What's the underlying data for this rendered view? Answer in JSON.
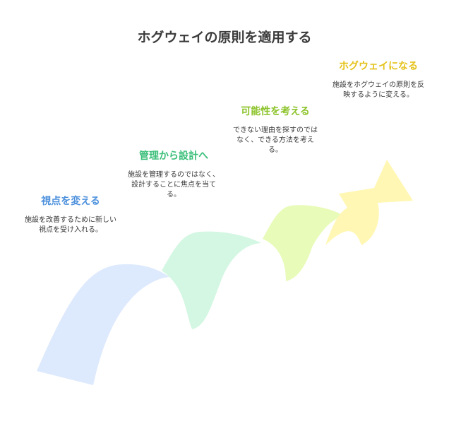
{
  "title": "ホグウェイの原則を適用する",
  "colors": {
    "step1": "#4a8fdc",
    "step2": "#3bbf7a",
    "step3": "#8cc32a",
    "step4": "#e4c21a",
    "band1": "#dde9fd",
    "band2": "#d3f7e2",
    "band3": "#e8fbb8",
    "band4": "#fff7b3"
  },
  "steps": [
    {
      "title": "視点を変える",
      "description": "施設を改善するために新しい視点を受け入れる。"
    },
    {
      "title": "管理から設計へ",
      "description": "施設を管理するのではなく、設計することに焦点を当てる。"
    },
    {
      "title": "可能性を考える",
      "description": "できない理由を探すのではなく、できる方法を考える。"
    },
    {
      "title": "ホグウェイになる",
      "description": "施設をホグウェイの原則を反映するように変える。"
    }
  ]
}
